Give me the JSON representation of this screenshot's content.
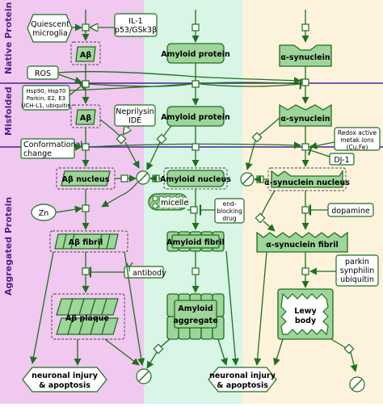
{
  "sections": {
    "native": "Native Protein",
    "misfolded": "Misfolded",
    "aggregated": "Aggregated Protein"
  },
  "columns": {
    "abeta": {
      "native": "Aβ",
      "misfolded": "Aβ",
      "nucleus": "Aβ nucleus",
      "fibril": "Aβ fibril",
      "plaque": "Aβ plaque"
    },
    "amyloid": {
      "native": "Amyloid protein",
      "misfolded": "Amyloid protein",
      "nucleus": "Amyloid nucleus",
      "fibril": "Amyloid fibril",
      "aggregate_line1": "Amyloid",
      "aggregate_line2": "aggregate"
    },
    "synuclein": {
      "native": "α-synuclein",
      "misfolded": "α-synuclein",
      "nucleus": "α-synuclein nucleus",
      "fibril": "α-synuclein fibril",
      "lewy_line1": "Lewy",
      "lewy_line2": "body"
    }
  },
  "regulators": {
    "quiescent_line1": "Quiescent",
    "quiescent_line2": "microglia",
    "il1_line1": "IL-1",
    "il1_line2": "p53/GSk3β",
    "ros": "ROS",
    "chaperones": [
      "Hsp90, Hsp70",
      "Parkin, E2, E3",
      "UCH-L1, ubiquitin"
    ],
    "neprilysin_line1": "Neprilysin",
    "neprilysin_line2": "IDE",
    "redox": [
      "Redox active",
      "metak ions",
      "(Cu,Fe)"
    ],
    "dj1": "DJ-1",
    "conformational_line1": "Conformational",
    "conformational_line2": "change",
    "zn": "Zn",
    "micelle": "micelle",
    "end_blocking": [
      "end-",
      "blocking",
      "drug"
    ],
    "dopamine": "dopamine",
    "antibody": "antibody",
    "parkin": [
      "parkin",
      "synphilin",
      "ubiquitin"
    ]
  },
  "outcomes": {
    "left_line1": "neuronal injury",
    "left_line2": "& apoptosis",
    "right_line1": "neuronal injury",
    "right_line2": "& apoptosis"
  },
  "colors": {
    "band_left": "#f0c8f0",
    "band_mid": "#d8f5e6",
    "band_right": "#fdf3dc",
    "divider": "#4b1f9e",
    "entity_fill": "#9ed59a",
    "entity_stroke": "#1f6f1f"
  }
}
